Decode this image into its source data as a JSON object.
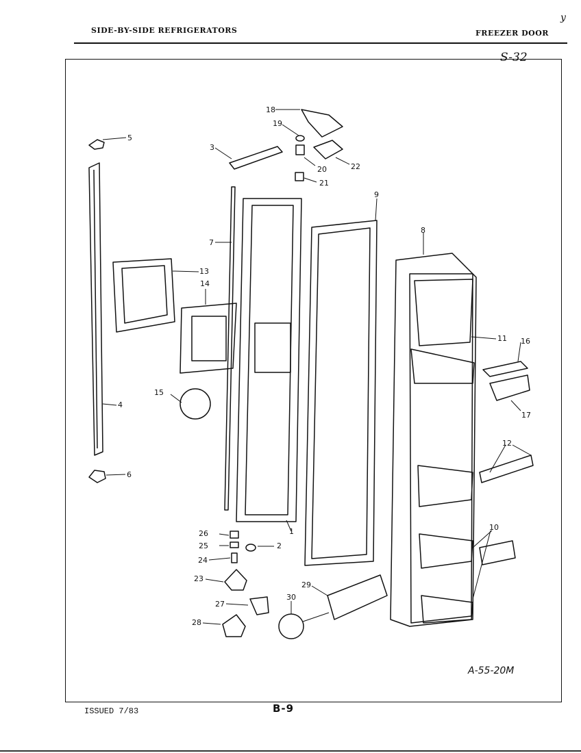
{
  "header": {
    "left_title": "SIDE-BY-SIDE REFRIGERATORS",
    "right_title": "FREEZER DOOR",
    "handwritten_note": "S-32",
    "corner_mark": "y"
  },
  "footer": {
    "issued": "ISSUED 7/83",
    "page": "B-9"
  },
  "diagram": {
    "code": "A-55-20M",
    "callouts": [
      "1",
      "2",
      "3",
      "4",
      "5",
      "6",
      "7",
      "8",
      "9",
      "10",
      "11",
      "12",
      "13",
      "14",
      "15",
      "16",
      "17",
      "18",
      "19",
      "20",
      "21",
      "22",
      "23",
      "24",
      "25",
      "26",
      "27",
      "28",
      "29",
      "30"
    ]
  },
  "colors": {
    "ink": "#111111",
    "paper": "#ffffff"
  }
}
